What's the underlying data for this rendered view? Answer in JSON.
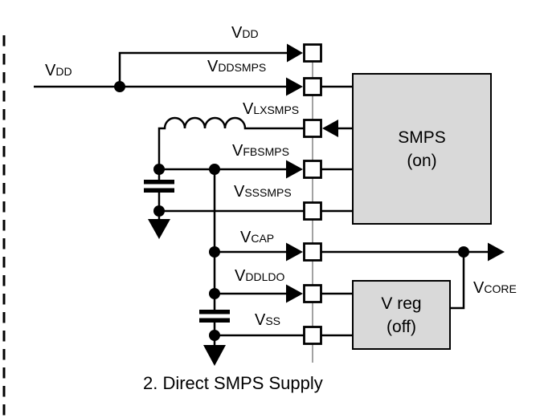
{
  "figure": {
    "caption": "2. Direct SMPS Supply"
  },
  "signals": [
    {
      "base": "V",
      "sub": "DD"
    },
    {
      "base": "V",
      "sub": "DD"
    },
    {
      "base": "V",
      "sub": "DDSMPS"
    },
    {
      "base": "V",
      "sub": "LXSMPS"
    },
    {
      "base": "V",
      "sub": "FBSMPS"
    },
    {
      "base": "V",
      "sub": "SSSMPS"
    },
    {
      "base": "V",
      "sub": "CAP"
    },
    {
      "base": "V",
      "sub": "DDLDO"
    },
    {
      "base": "V",
      "sub": "SS"
    },
    {
      "base": "V",
      "sub": "CORE"
    }
  ],
  "blocks": {
    "smps": {
      "name": "SMPS",
      "state": "(on)"
    },
    "vreg": {
      "name": "V reg",
      "state": "(off)"
    }
  },
  "colors": {
    "background": "#ffffff",
    "wire": "#000000",
    "text": "#000000",
    "block_fill": "#d9d9d9",
    "block_border": "#000000",
    "pin_rail": "#8a8a8a"
  }
}
